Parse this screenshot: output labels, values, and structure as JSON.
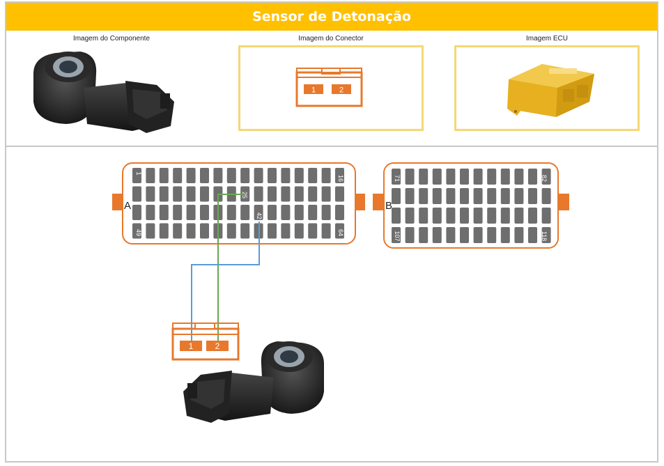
{
  "title": "Sensor de Detonação",
  "captions": {
    "component": "Imagem do Componente",
    "connector": "Imagem do Conector",
    "ecu": "Imagem ECU"
  },
  "connector_pins": [
    "1",
    "2"
  ],
  "ecu_a": {
    "label": "A",
    "pin_labels": [
      "1",
      "16",
      "25",
      "42",
      "49",
      "64"
    ]
  },
  "ecu_b": {
    "label": "B",
    "pin_labels": [
      "71",
      "82",
      "107",
      "118"
    ]
  },
  "colors": {
    "header": "#ffc000",
    "orange": "#e8782c",
    "wire_green": "#6aa84f",
    "wire_blue": "#5b9bd5",
    "pin": "#6e6e6e"
  }
}
